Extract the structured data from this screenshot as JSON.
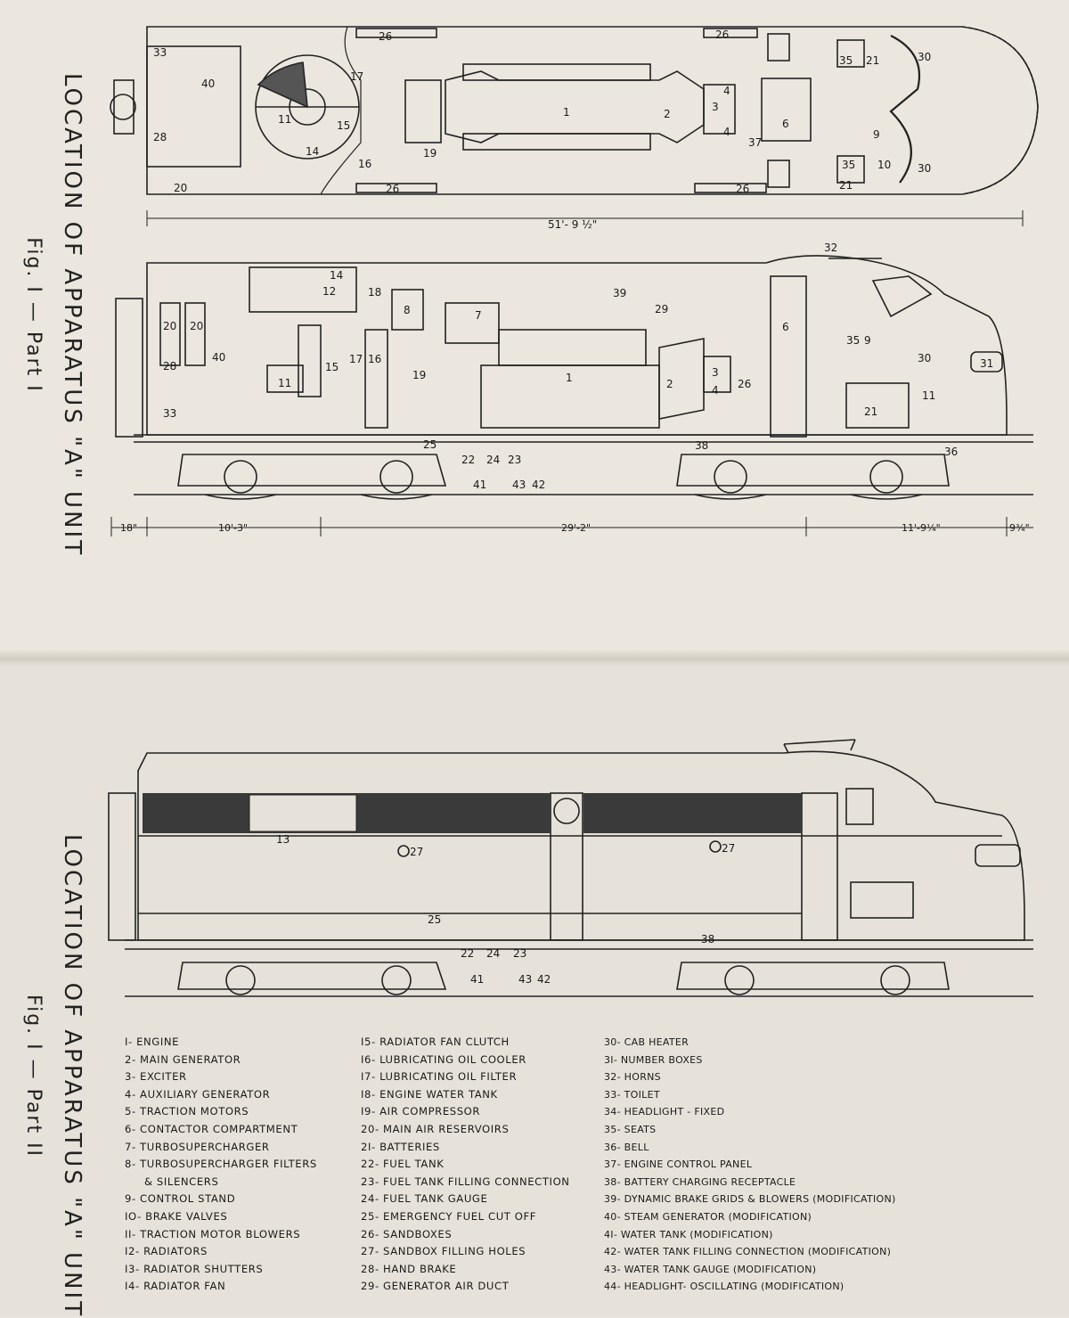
{
  "part1": {
    "title": "LOCATION OF APPARATUS \"A\" UNIT",
    "figure": "Fig. I — Part I",
    "plan_view": {
      "labels": [
        "33",
        "40",
        "28",
        "20",
        "26",
        "26",
        "26",
        "26",
        "17",
        "15",
        "11",
        "14",
        "16",
        "19",
        "1",
        "2",
        "3",
        "4",
        "4",
        "6",
        "37",
        "35",
        "21",
        "30",
        "9",
        "10",
        "35",
        "21",
        "30"
      ],
      "overall_length": "51'- 9 ½\""
    },
    "side_view": {
      "labels": [
        "32",
        "14",
        "12",
        "18",
        "8",
        "7",
        "39",
        "29",
        "6",
        "35",
        "9",
        "30",
        "31",
        "20",
        "20",
        "28",
        "40",
        "33",
        "11",
        "15",
        "17",
        "16",
        "19",
        "1",
        "2",
        "3",
        "4",
        "26",
        "21",
        "11",
        "38",
        "25",
        "22",
        "24",
        "23",
        "41",
        "43",
        "42",
        "36"
      ],
      "dimensions": [
        "18\"",
        "10'-3\"",
        "29'-2\"",
        "11'-9¼\"",
        "9¾\""
      ]
    }
  },
  "part2": {
    "title": "LOCATION OF APPARATUS \"A\" UNIT",
    "figure": "Fig. I — Part II",
    "side_view": {
      "labels": [
        "13",
        "27",
        "27",
        "25",
        "38",
        "22",
        "24",
        "23",
        "41",
        "43",
        "42"
      ]
    }
  },
  "legend": {
    "col1": [
      "I- ENGINE",
      "2- MAIN GENERATOR",
      "3- EXCITER",
      "4- AUXILIARY GENERATOR",
      "5- TRACTION MOTORS",
      "6- CONTACTOR COMPARTMENT",
      "7- TURBOSUPERCHARGER",
      "8- TURBOSUPERCHARGER FILTERS",
      "& SILENCERS",
      "9- CONTROL STAND",
      "IO- BRAKE VALVES",
      "II- TRACTION MOTOR BLOWERS",
      "I2- RADIATORS",
      "I3- RADIATOR SHUTTERS",
      "I4- RADIATOR FAN"
    ],
    "col2": [
      "I5- RADIATOR FAN CLUTCH",
      "I6- LUBRICATING OIL COOLER",
      "I7- LUBRICATING OIL FILTER",
      "I8- ENGINE WATER TANK",
      "I9- AIR COMPRESSOR",
      "20- MAIN AIR RESERVOIRS",
      "2I- BATTERIES",
      "22- FUEL TANK",
      "23- FUEL TANK FILLING CONNECTION",
      "24- FUEL TANK GAUGE",
      "25- EMERGENCY FUEL CUT OFF",
      "26- SANDBOXES",
      "27- SANDBOX FILLING HOLES",
      "28- HAND BRAKE",
      "29- GENERATOR AIR DUCT"
    ],
    "col3": [
      "30- CAB HEATER",
      "3I- NUMBER BOXES",
      "32- HORNS",
      "33- TOILET",
      "34- HEADLIGHT - FIXED",
      "35- SEATS",
      "36- BELL",
      "37- ENGINE CONTROL PANEL",
      "38- BATTERY CHARGING RECEPTACLE",
      "39- DYNAMIC BRAKE GRIDS & BLOWERS (MODIFICATION)",
      "40- STEAM GENERATOR (MODIFICATION)",
      "4I- WATER TANK (MODIFICATION)",
      "42- WATER TANK FILLING CONNECTION (MODIFICATION)",
      "43- WATER TANK GAUGE (MODIFICATION)",
      "44- HEADLIGHT- OSCILLATING (MODIFICATION)"
    ]
  },
  "colors": {
    "paper": "#e9e5dc",
    "ink": "#1a1a1a"
  }
}
